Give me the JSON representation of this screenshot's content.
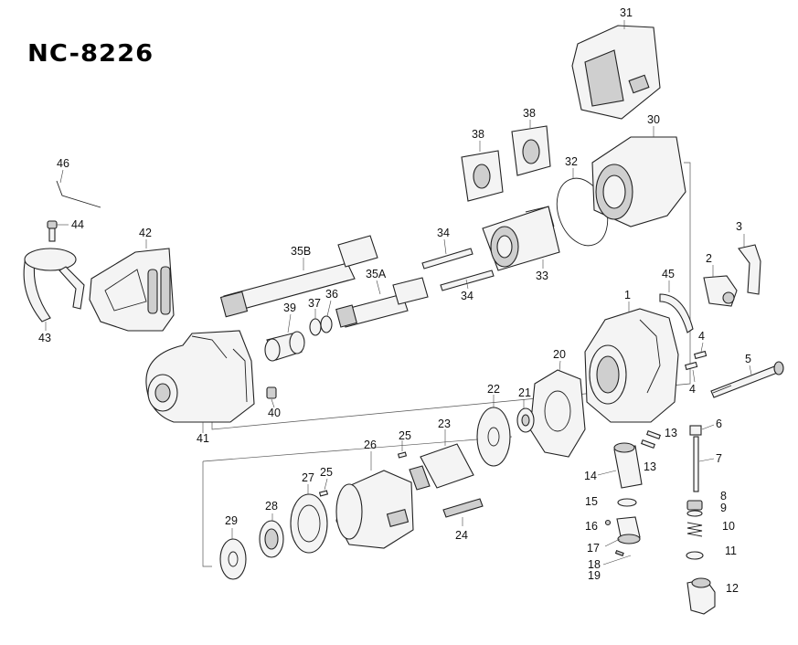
{
  "title": "NC-8226",
  "labels": {
    "l1": "1",
    "l2": "2",
    "l3": "3",
    "l4a": "4",
    "l4b": "4",
    "l5": "5",
    "l6": "6",
    "l7": "7",
    "l8": "8",
    "l9": "9",
    "l10": "10",
    "l11": "11",
    "l12": "12",
    "l13a": "13",
    "l13b": "13",
    "l14": "14",
    "l15": "15",
    "l16": "16",
    "l17": "17",
    "l18": "18",
    "l19": "19",
    "l20": "20",
    "l21": "21",
    "l22": "22",
    "l23": "23",
    "l24": "24",
    "l25a": "25",
    "l25b": "25",
    "l26": "26",
    "l27": "27",
    "l28": "28",
    "l29": "29",
    "l30": "30",
    "l31": "31",
    "l32": "32",
    "l33": "33",
    "l34a": "34",
    "l34b": "34",
    "l35a": "35A",
    "l35b": "35B",
    "l36": "36",
    "l37": "37",
    "l38a": "38",
    "l38b": "38",
    "l39": "39",
    "l40": "40",
    "l41": "41",
    "l42": "42",
    "l43": "43",
    "l44": "44",
    "l45": "45",
    "l46": "46"
  },
  "colors": {
    "line": "#222222",
    "fill": "#f4f4f4",
    "shade": "#cfcfcf"
  }
}
